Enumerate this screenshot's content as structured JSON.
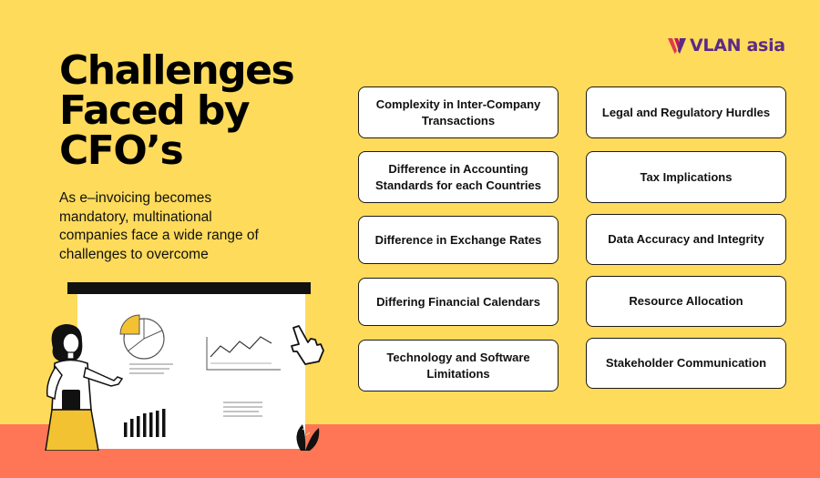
{
  "brand": {
    "name": "VLAN asia",
    "mark_colors": [
      "#e23b4a",
      "#5b2a86"
    ]
  },
  "title": "Challenges Faced by CFO’s",
  "subtitle": "As e–invoicing becomes mandatory, multinational companies face a wide range of challenges to overcome",
  "challenges": {
    "left": [
      "Complexity in Inter-Company Transactions",
      "Difference in Accounting Standards for each Countries",
      "Difference in Exchange Rates",
      "Differing Financial Calendars",
      "Technology and Software Limitations"
    ],
    "right": [
      "Legal and Regulatory Hurdles",
      "Tax Implications",
      "Data Accuracy and Integrity",
      "Resource Allocation",
      "Stakeholder Communication"
    ]
  },
  "illustration": {
    "icons": [
      "whiteboard",
      "pie-chart-icon",
      "line-chart-icon",
      "bar-chart-icon",
      "pointer-hand-icon",
      "woman-presenter",
      "tablet",
      "plant-icon"
    ]
  },
  "colors": {
    "background": "#fedb5b",
    "floor": "#ff7656",
    "card": "#ffffff",
    "accent": "#5b2a86"
  }
}
